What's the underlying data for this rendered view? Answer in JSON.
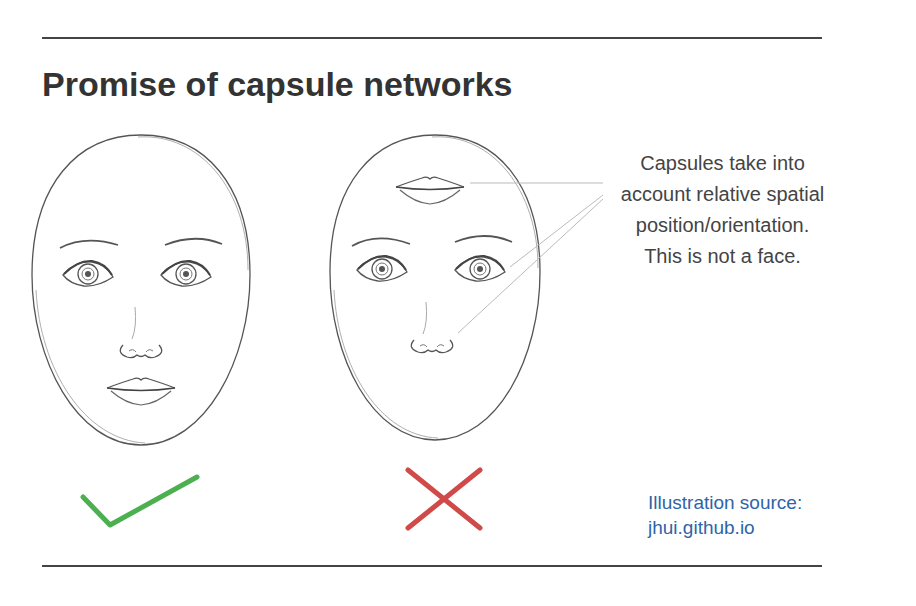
{
  "diagram": {
    "title": "Promise of capsule networks",
    "labels": [
      "Capsules take into account relative spatial position/orientation. This is not a face.",
      "Illustration source: jhui.github.io"
    ]
  }
}
